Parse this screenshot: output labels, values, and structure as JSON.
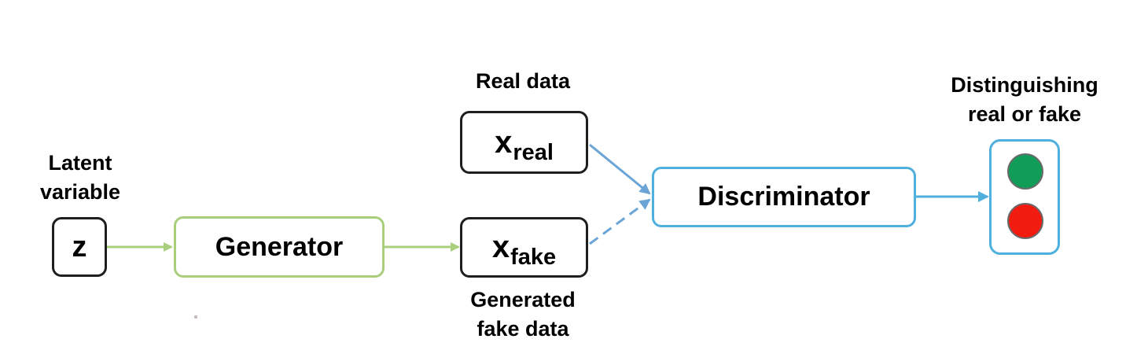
{
  "labels": {
    "latent": [
      "Latent",
      "variable"
    ],
    "real_data": "Real data",
    "fake_data": [
      "Generated",
      "fake data"
    ],
    "output": [
      "Distinguishing",
      "real or fake"
    ]
  },
  "nodes": {
    "z": "z",
    "generator": "Generator",
    "x_real": {
      "main": "x",
      "sub": "real"
    },
    "x_fake": {
      "main": "x",
      "sub": "fake"
    },
    "discriminator": "Discriminator"
  },
  "lights": [
    "real",
    "fake"
  ],
  "colors": {
    "generator_path": "#a9cf7c",
    "discriminator_path": "#4fb0dd",
    "arrow_to_discriminator": "#6ba4d6",
    "box_border": "#1e1e1e",
    "light_real": "#0f9d58",
    "light_fake": "#f21b0f"
  }
}
